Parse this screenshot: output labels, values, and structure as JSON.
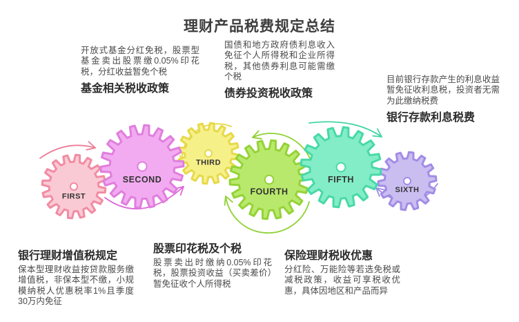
{
  "title": "理财产品税费规定总结",
  "background": "#ffffff",
  "notes_top": [
    {
      "body": "开放式基金分红免税，股票型基金卖出股票缴0.05%印花税，分红收益暂免个税",
      "heading": "基金相关税收政策"
    },
    {
      "body": "国债和地方政府债利息收入免征个人所得税和企业所得税，其他债券利息可能需缴个税",
      "heading": "债券投资税收政策"
    },
    {
      "body": "目前银行存款产生的利息收益暂免征收利息税，投资者无需为此缴纳税费",
      "heading": "银行存款利息税费"
    }
  ],
  "notes_bottom": [
    {
      "heading": "银行理财增值税规定",
      "body": "保本型理财收益按贷款服务缴增值税，非保本型不缴，小规模纳税人优惠税率1%且季度30万内免征"
    },
    {
      "heading": "股票印花税及个税",
      "body": "股票卖出时缴纳0.05%印花税，股票投资收益（买卖差价）暂免征收个人所得税"
    },
    {
      "heading": "保险理财税收优惠",
      "body": "分红险、万能险等若选免税或减税政策，收益可享税收优惠，具体因地区和产品而异"
    }
  ],
  "gears": [
    {
      "label": "FIRST",
      "fill": "#f9cad3",
      "stroke": "#f28ba3",
      "arrow": "#ee7b96"
    },
    {
      "label": "SECOND",
      "fill": "#f2abf0",
      "stroke": "#e07edd",
      "arrow": "#de66d8"
    },
    {
      "label": "THIRD",
      "fill": "#f6f089",
      "stroke": "#e7d94b",
      "arrow": "#e3d83e"
    },
    {
      "label": "FOURTH",
      "fill": "#b9e96c",
      "stroke": "#94d337",
      "arrow": "#8ed133"
    },
    {
      "label": "FIFTH",
      "fill": "#83edc7",
      "stroke": "#47d9a7",
      "arrow": "#41d6a2"
    },
    {
      "label": "SIXTH",
      "fill": "#cabdf0",
      "stroke": "#a28ce6",
      "arrow": "#9f8ae8"
    }
  ]
}
